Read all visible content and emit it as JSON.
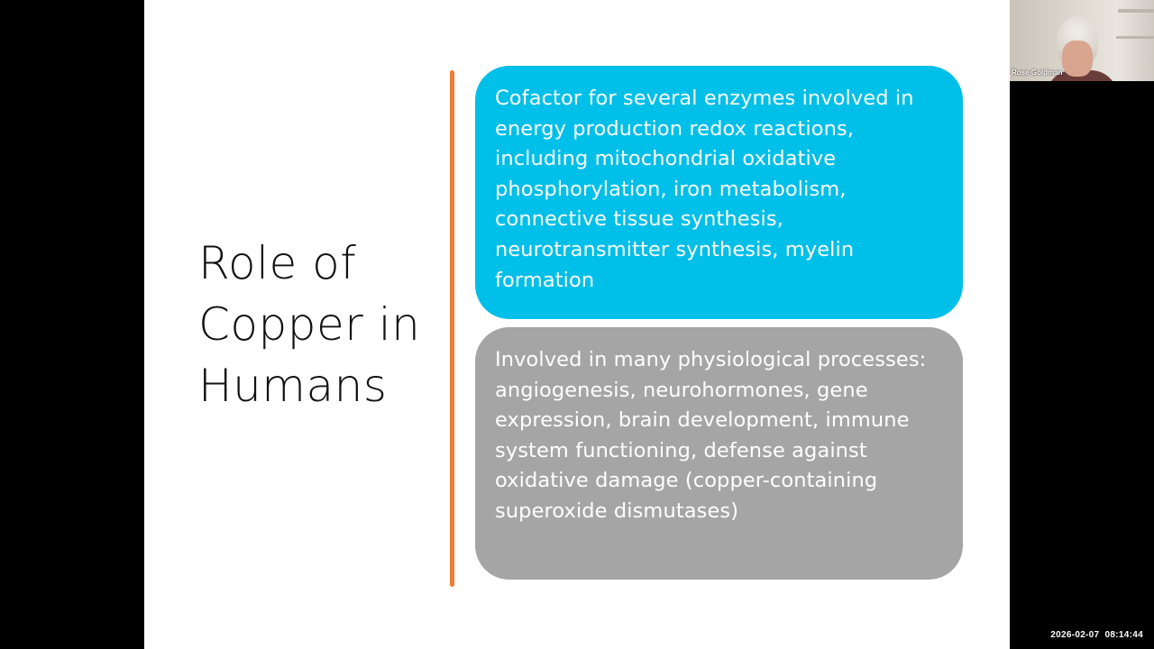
{
  "slide": {
    "title": "Role of\nCopper in\nHumans",
    "boxes": [
      {
        "text": "Cofactor for several enzymes involved in energy production redox reactions, including mitochondrial oxidative phosphorylation, iron metabolism, connective tissue synthesis, neurotransmitter synthesis, myelin formation",
        "color": "#00bfe8"
      },
      {
        "text": "Involved in many physiological processes: angiogenesis, neurohormones, gene expression, brain development, immune system functioning, defense against oxidative damage (copper-containing superoxide dismutases)",
        "color": "#a5a5a5"
      }
    ],
    "divider_color": "#ed7d31"
  },
  "participant": {
    "name": "Rose Goldman"
  },
  "recording": {
    "timestamp": "2026-02-07  08:14:44"
  }
}
